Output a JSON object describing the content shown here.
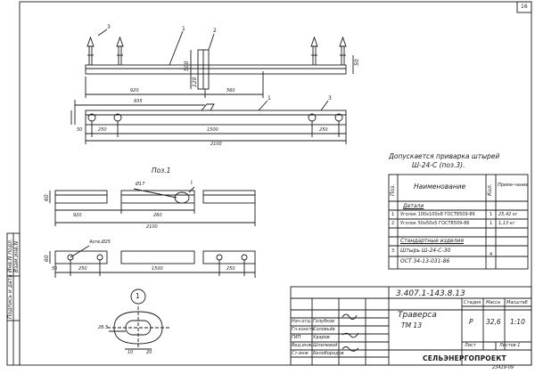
{
  "sheet": {
    "page_number": "16",
    "bottom_code": "23419-09"
  },
  "side_stamp": {
    "inv_original": "Инв.N подл.",
    "signature_date": "Подпись и дата",
    "replaces_inv": "Взам.инв.N"
  },
  "drawing_main": {
    "callouts": [
      "3",
      "1",
      "2"
    ],
    "dims_top": [
      "920",
      "560",
      "50",
      "500",
      "120"
    ],
    "dims_mid": [
      "935"
    ],
    "callout_mid": [
      "1",
      "3"
    ],
    "dims_bottom": [
      "50",
      "250",
      "1500",
      "250",
      "2100"
    ]
  },
  "pos1_view": {
    "title": "Поз.1",
    "dims": [
      "Ø17",
      "920",
      "260",
      "2100",
      "60"
    ],
    "callout": "I"
  },
  "pos1_bottom_view": {
    "note": "4отв.Ø25",
    "dims": [
      "50",
      "250",
      "1500",
      "250",
      "60"
    ]
  },
  "detail_view": {
    "callout": "1",
    "dims": [
      "28.5",
      "10",
      "20"
    ]
  },
  "note": {
    "line1": "Допускается приварка штырей",
    "line2": "Ш-24-С (поз.3)."
  },
  "spec_table": {
    "headers": {
      "pos": "Поз.",
      "name": "Наименование",
      "qty": "Кол.",
      "note": "Приме-чание"
    },
    "section_details": "Детали",
    "rows": [
      {
        "pos": "1",
        "name": "Уголок 100х100х8 ГОСТ8509-86",
        "qty": "1",
        "note": "25,42 кг"
      },
      {
        "pos": "2",
        "name": "Уголок 50х50х5 ГОСТ8509-86",
        "qty": "1",
        "note": "1,13 кг"
      }
    ],
    "section_standard": "Стандартные изделия",
    "standard_rows": [
      {
        "pos": "3",
        "name_line1": "Штырь Ш-24-С-30",
        "name_line2": "ОСТ 34-13-031-86",
        "qty": "4",
        "note": ""
      }
    ]
  },
  "title_block": {
    "doc_code": "3.407.1-143.8.13",
    "name_line1": "Траверса",
    "name_line2": "ТМ 13",
    "col_stage": "Стадия",
    "col_mass": "Масса",
    "col_scale": "Масштаб",
    "stage": "Р",
    "mass": "32,6",
    "scale": "1:10",
    "sheet_label": "Лист",
    "sheets_label": "Листов 1",
    "org": "СЕЛЬЭНЕРГОПРОЕКТ",
    "roles": [
      {
        "role": "Нач.отд.",
        "name": "Голубков"
      },
      {
        "role": "Гл.констр",
        "name": "Соловьёв"
      },
      {
        "role": "ГИП",
        "name": "Ударов"
      },
      {
        "role": "Вед.инж",
        "name": "Шпилевой"
      },
      {
        "role": "Ст.инж",
        "name": "Белобородов"
      }
    ]
  }
}
